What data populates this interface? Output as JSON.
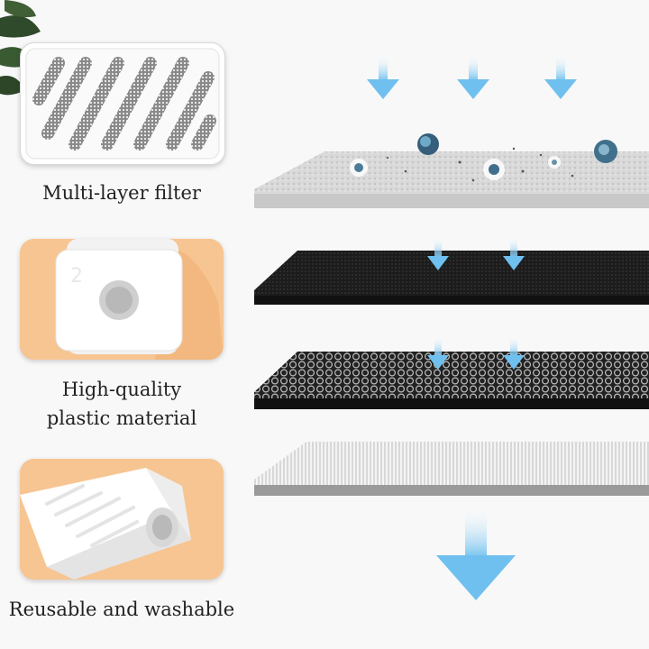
{
  "features": [
    {
      "lines": [
        "Multi-layer filter"
      ],
      "icon": "mesh-cartridge-icon"
    },
    {
      "lines": [
        "High-quality",
        "plastic material"
      ],
      "icon": "cartridge-end-icon"
    },
    {
      "lines": [
        "Reusable and washable"
      ],
      "icon": "cartridge-side-icon"
    }
  ],
  "colors": {
    "arrow": "#7ec8f0",
    "card_bg": "#f6c896",
    "text": "#222222"
  },
  "layers": [
    "sponge-layer",
    "carbon-layer",
    "honeycomb-layer",
    "fiber-layer"
  ]
}
